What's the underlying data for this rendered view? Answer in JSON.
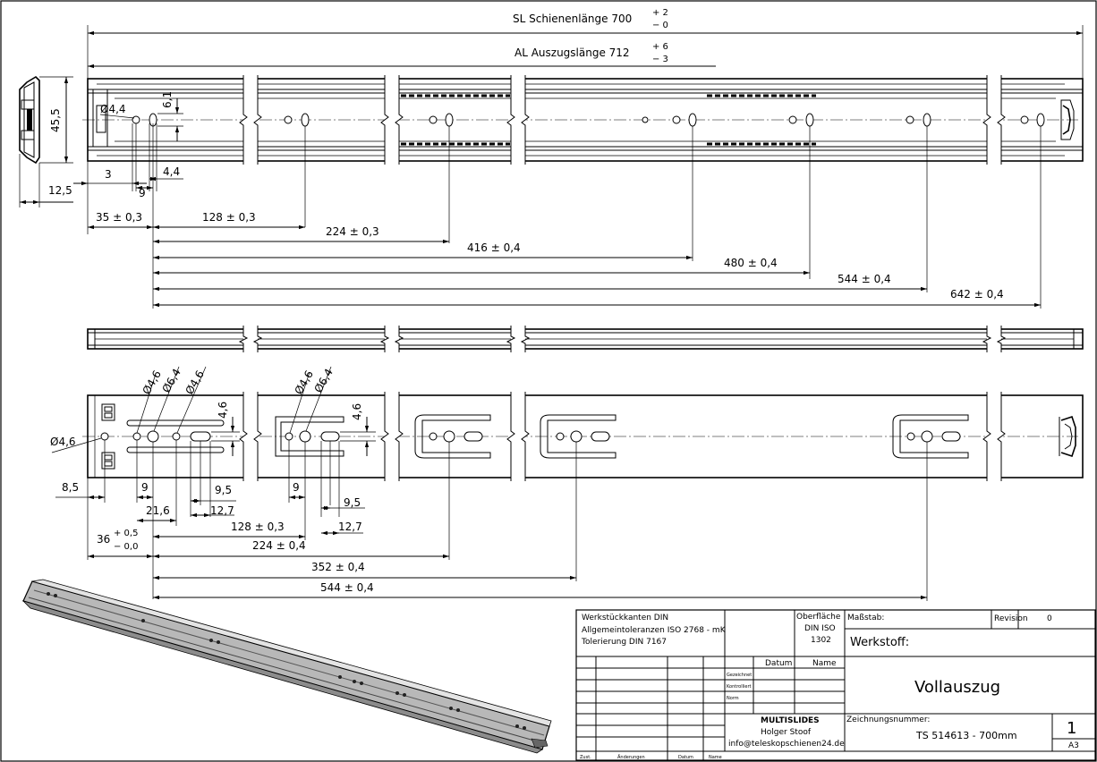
{
  "top_view": {
    "sl_label": "SL Schienenlänge 700",
    "sl_tol_plus": "+ 2",
    "sl_tol_minus": "− 0",
    "al_label": "AL Auszugslänge 712",
    "al_tol_plus": "+ 6",
    "al_tol_minus": "− 3",
    "hole_dia": "Ø4,4",
    "dim_6_1": "6,1",
    "dim_45_5": "45,5",
    "dim_3": "3",
    "dim_9": "9",
    "dim_4_4": "4,4",
    "dim_12_5": "12,5",
    "dims": [
      "35 ± 0,3",
      "128 ± 0,3",
      "224 ± 0,3",
      "416 ± 0,4",
      "480 ± 0,4",
      "544 ± 0,4",
      "642 ± 0,4"
    ]
  },
  "bottom_view": {
    "dia_4_6_a": "Ø4,6",
    "dia_6_4_a": "Ø6,4",
    "dia_4_6_b": "Ø4,6",
    "dia_4_6_c": "Ø4,6",
    "dia_6_4_b": "Ø6,4",
    "dia_4_6_left": "Ø4,6",
    "dim_4_6_a": "4,6",
    "dim_4_6_b": "4,6",
    "dim_8_5": "8,5",
    "dim_9_a": "9",
    "dim_21_6": "21,6",
    "dim_9_5_a": "9,5",
    "dim_12_7_a": "12,7",
    "dim_9_b": "9",
    "dim_9_5_b": "9,5",
    "dim_12_7_b": "12,7",
    "dim_36": "36",
    "dim_36_plus": "+ 0,5",
    "dim_36_minus": "− 0,0",
    "dims": [
      "128 ± 0,3",
      "224 ± 0,4",
      "352 ± 0,4",
      "544 ± 0,4"
    ]
  },
  "title_block": {
    "notes": [
      "Werkstückkanten DIN",
      "Allgemeintoleranzen ISO 2768 - mK",
      "Tolerierung DIN 7167"
    ],
    "oberflaeche": [
      "Oberfläche",
      "DIN ISO",
      "1302"
    ],
    "massstab_label": "Maßstab:",
    "revision_label": "Revision",
    "revision_value": "0",
    "werkstoff_label": "Werkstoff:",
    "datum_label": "Datum",
    "name_label": "Name",
    "gezeichnet": "Gezeichnet",
    "kontrolliert": "Kontrolliert",
    "norm": "Norm",
    "title": "Vollauszug",
    "company": "MULTISLIDES",
    "person": "Holger Stoof",
    "email": "info@teleskopschienen24.de",
    "zeichnungsnummer_label": "Zeichnungsnummer:",
    "zeichnungsnummer": "TS 514613 - 700mm",
    "sheet": "1",
    "format": "A3",
    "footer": [
      "Zust.",
      "Änderungen",
      "Datum",
      "Name"
    ]
  }
}
